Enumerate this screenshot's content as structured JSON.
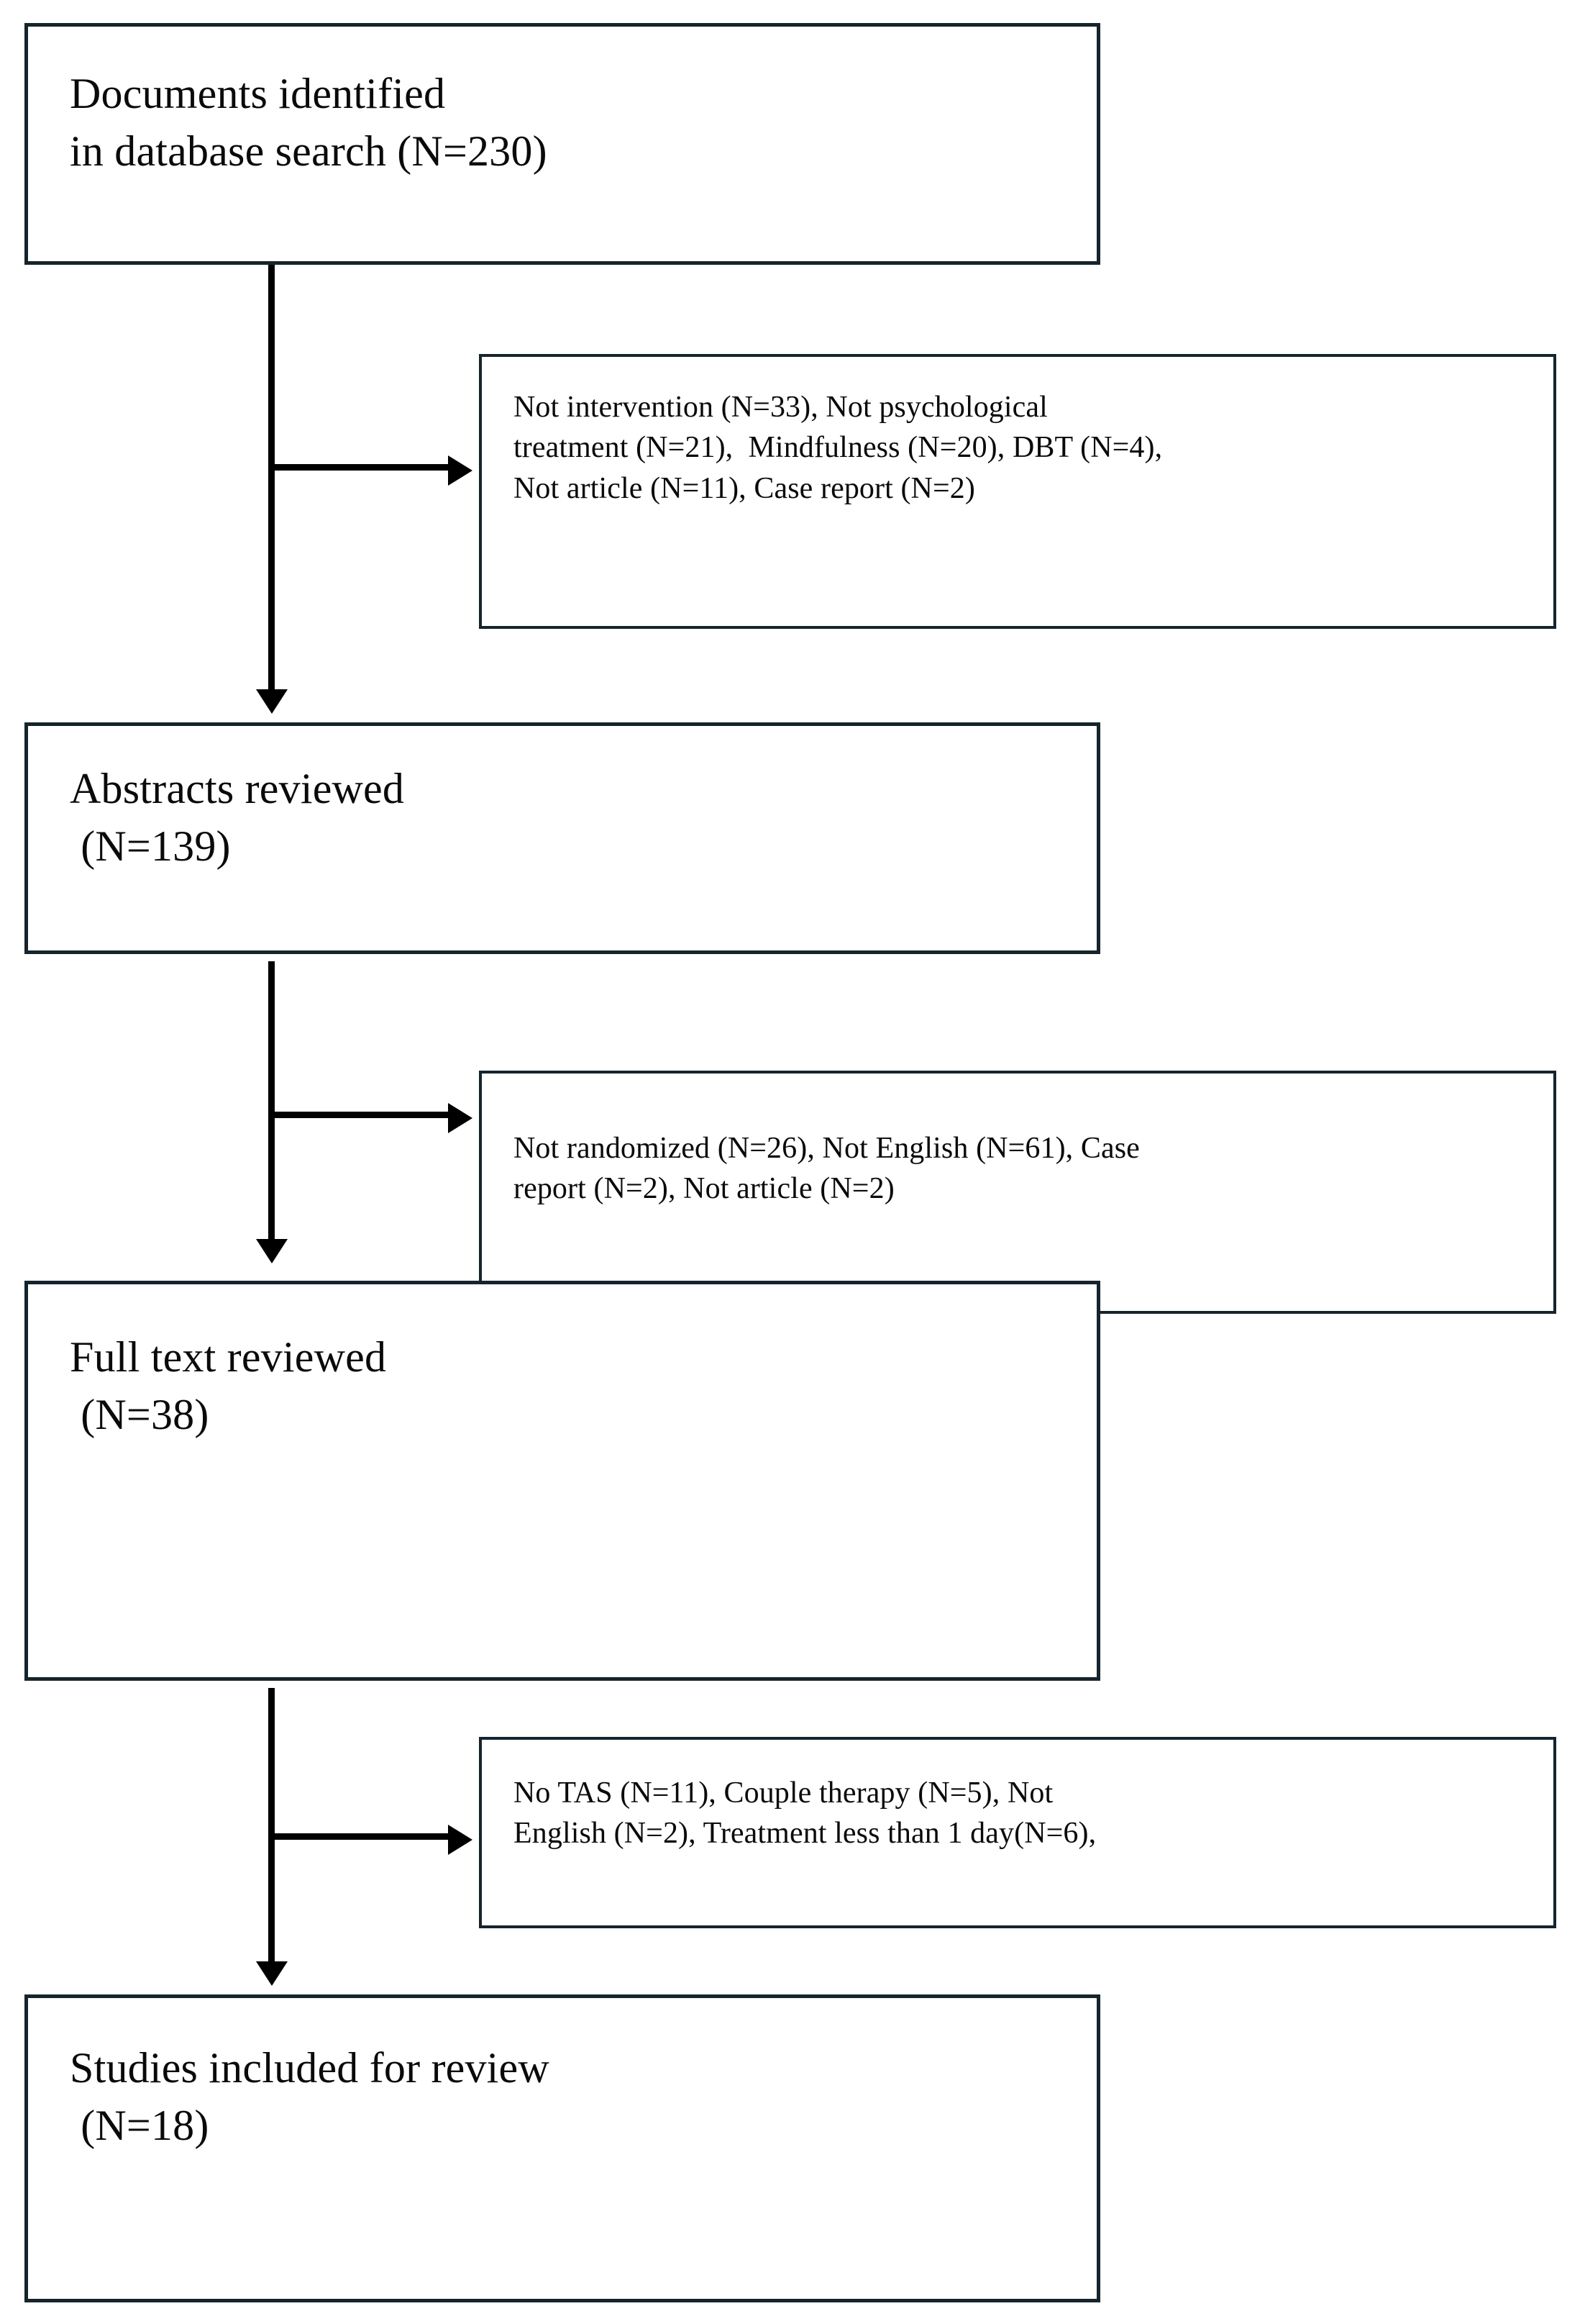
{
  "diagram": {
    "title": "PRISMA study selection flow diagram",
    "type": "flowchart",
    "colors": {
      "box_border": "#16242c",
      "arrow": "#000000",
      "text": "#0a0a0a",
      "background": "#ffffff"
    },
    "stages": [
      {
        "id": "identified",
        "line1": "Documents identified",
        "line2": "in database search (N=230)",
        "count": 230,
        "full_text": "Documents identified in database search (N=230)"
      },
      {
        "id": "abstracts",
        "line1": "Abstracts reviewed",
        "line2": " (N=139)",
        "count": 139,
        "full_text": "Abstracts reviewed (N=139)"
      },
      {
        "id": "fulltext",
        "line1": "Full text reviewed",
        "line2": " (N=38)",
        "count": 38,
        "full_text": "Full text reviewed (N=38)"
      },
      {
        "id": "included",
        "line1": "Studies included for review",
        "line2": " (N=18)",
        "count": 18,
        "full_text": "Studies included for review (N=18)"
      }
    ],
    "exclusions": [
      {
        "id": "exclusion-1",
        "after_stage": "identified",
        "line1": "Not intervention (N=33), Not psychological",
        "line2": "treatment (N=21),  Mindfulness (N=20), DBT (N=4),",
        "line3": "Not article (N=11), Case report (N=2)",
        "full_text": "Not intervention (N=33), Not psychological treatment (N=21),  Mindfulness (N=20), DBT (N=4), Not article (N=11), Case report (N=2)",
        "reasons": [
          {
            "label": "Not intervention",
            "count": 33
          },
          {
            "label": "Not psychological treatment",
            "count": 21
          },
          {
            "label": "Mindfulness",
            "count": 20
          },
          {
            "label": "DBT",
            "count": 4
          },
          {
            "label": "Not article",
            "count": 11
          },
          {
            "label": "Case report",
            "count": 2
          }
        ]
      },
      {
        "id": "exclusion-2",
        "after_stage": "abstracts",
        "line1": "Not randomized (N=26), Not English (N=61), Case",
        "line2": "report (N=2), Not article (N=2)",
        "line3": "",
        "full_text": "Not randomized (N=26), Not English (N=61), Case report (N=2), Not article (N=2)",
        "reasons": [
          {
            "label": "Not randomized",
            "count": 26
          },
          {
            "label": "Not English",
            "count": 61
          },
          {
            "label": "Case report",
            "count": 2
          },
          {
            "label": "Not article",
            "count": 2
          }
        ]
      },
      {
        "id": "exclusion-3",
        "after_stage": "fulltext",
        "line1": "No TAS (N=11), Couple therapy (N=5), Not",
        "line2": "English (N=2), Treatment less than 1 day(N=6),",
        "line3": "",
        "full_text": "No TAS (N=11), Couple therapy (N=5), Not English (N=2), Treatment less than 1 day(N=6),",
        "reasons": [
          {
            "label": "No TAS",
            "count": 11
          },
          {
            "label": "Couple therapy",
            "count": 5
          },
          {
            "label": "Not English",
            "count": 2
          },
          {
            "label": "Treatment less than 1 day",
            "count": 6
          }
        ]
      }
    ]
  }
}
